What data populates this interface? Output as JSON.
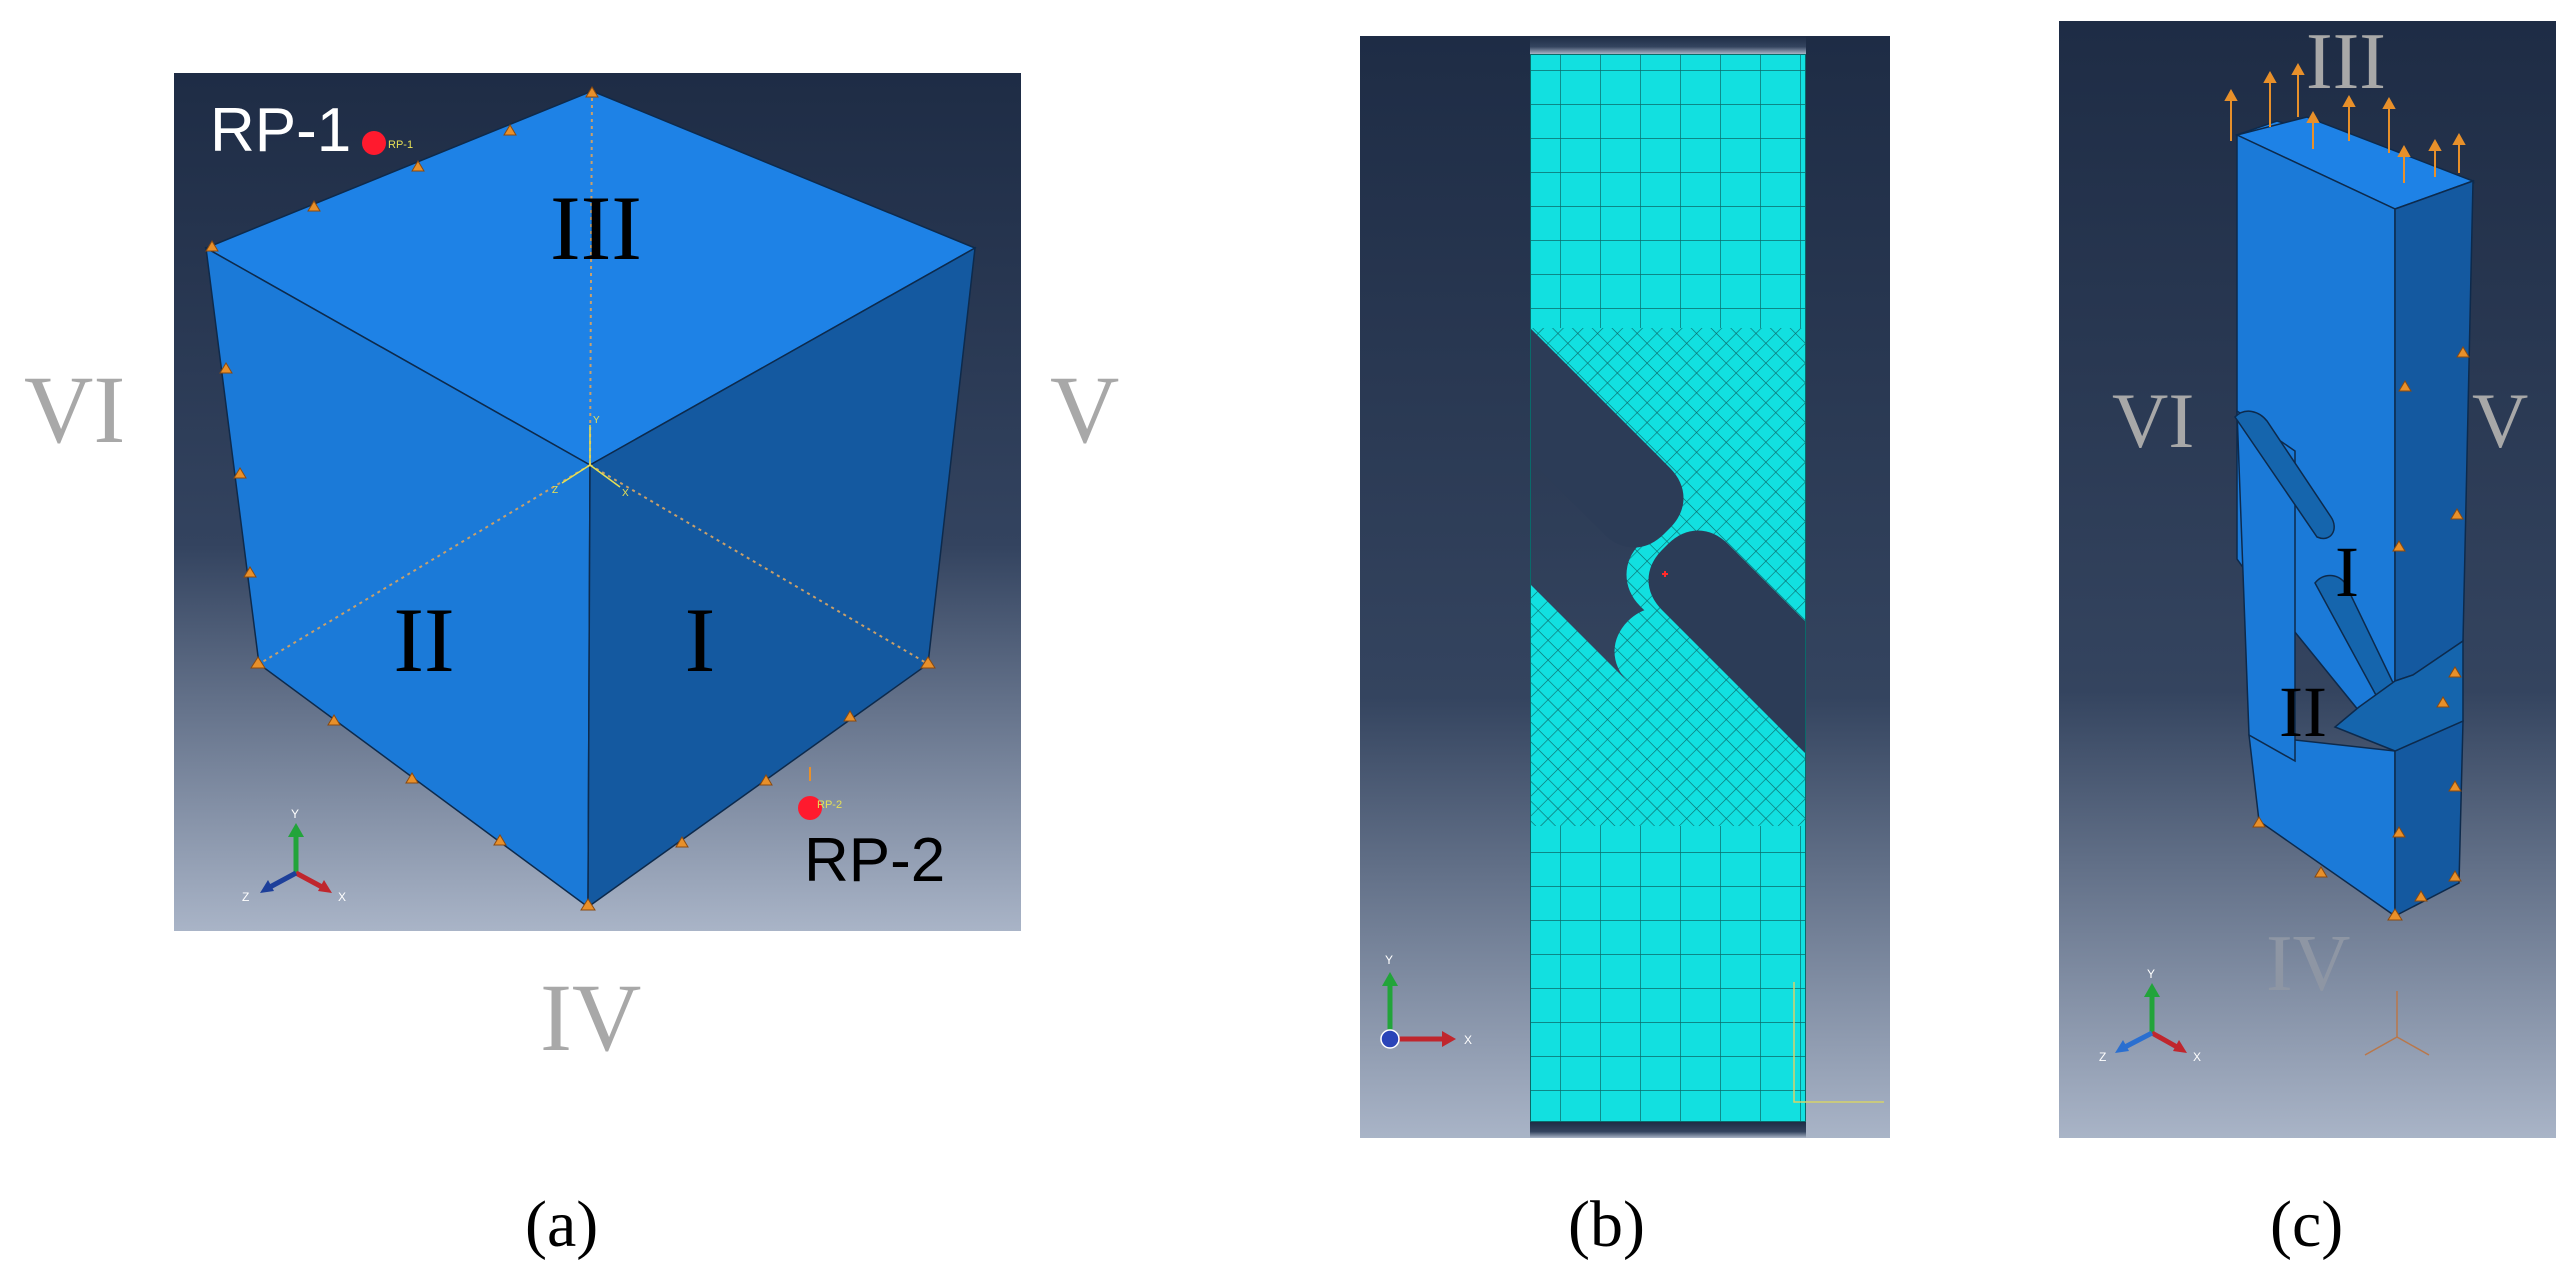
{
  "panel_a": {
    "face_labels": {
      "top": "III",
      "left": "II",
      "right": "I"
    },
    "side_labels": {
      "left": "VI",
      "right": "V",
      "bottom": "IV"
    },
    "ref_points": [
      {
        "label": "RP-1",
        "small": "RP-1"
      },
      {
        "label": "RP-2",
        "small": "RP-2"
      }
    ],
    "triad": {
      "y": "Y",
      "z": "Z",
      "x": "X"
    },
    "center_triad": {
      "y": "Y",
      "z": "Z",
      "x": "X"
    },
    "caption": "(a)"
  },
  "panel_b": {
    "triad": {
      "y": "Y",
      "x": "X"
    },
    "caption": "(b)"
  },
  "panel_c": {
    "face_labels": {
      "top": "III",
      "front": "II",
      "side": "I"
    },
    "side_labels": {
      "left": "VI",
      "right": "V",
      "bottom": "IV"
    },
    "triad": {
      "y": "Y",
      "z": "Z",
      "x": "X"
    },
    "caption": "(c)"
  },
  "colors": {
    "bg_top": "#1e2c45",
    "bg_bottom": "#a8b3c6",
    "face_top": "#1e82e6",
    "face_left": "#1b7ad8",
    "face_right": "#1459a0",
    "mesh": "#12e0e0",
    "bc_marker": "#e8902a",
    "rp_dot": "#ff1a2e"
  }
}
